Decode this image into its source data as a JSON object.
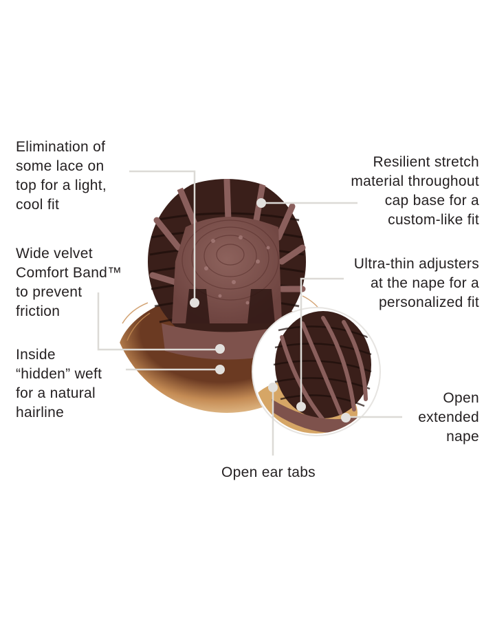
{
  "figure": {
    "subject": "wig cap construction diagram",
    "colors": {
      "background": "#ffffff",
      "text": "#231f20",
      "callout_line": "#dcdad6",
      "callout_dot": "#e2e0dd",
      "cap_dark": "#3a1f1a",
      "cap_mesh": "#8a5f5c",
      "cap_center": "#7a4f4a",
      "hair_blonde": "#d9a868",
      "hair_root": "#6b3a22"
    }
  },
  "labels": {
    "lace": "Elimination of\nsome lace on\ntop for a light,\ncool fit",
    "stretch": "Resilient stretch\nmaterial throughout\ncap base for a\ncustom-like fit",
    "band": "Wide velvet\nComfort Band™\nto prevent\nfriction",
    "adjusters": "Ultra-thin adjusters\nat the nape for a\npersonalized fit",
    "weft": "Inside\n“hidden” weft\nfor a natural\nhairline",
    "nape": "Open\nextended\nnape",
    "ear_tabs": "Open ear tabs"
  }
}
